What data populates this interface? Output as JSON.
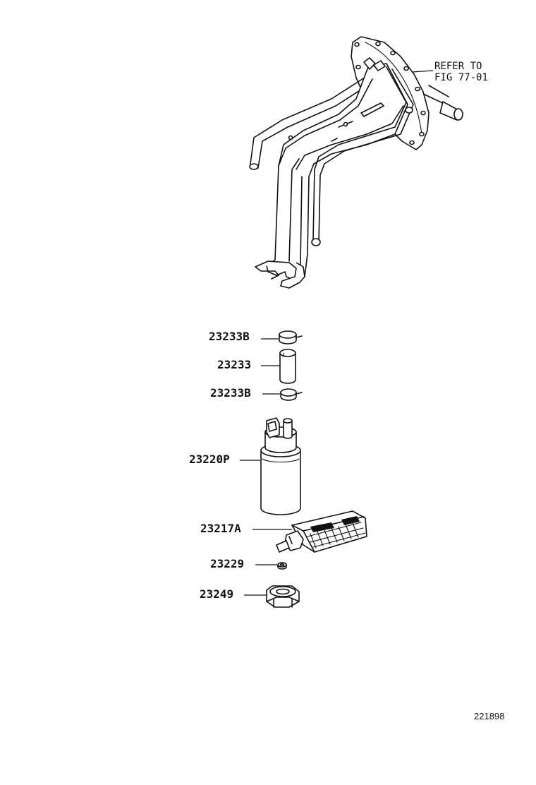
{
  "diagram": {
    "reference_note": {
      "line1": "REFER TO",
      "line2": "FIG 77-01"
    },
    "parts": [
      {
        "id": "clamp-top",
        "label": "23233B"
      },
      {
        "id": "hose",
        "label": "23233"
      },
      {
        "id": "clamp-bottom",
        "label": "23233B"
      },
      {
        "id": "fuel-pump",
        "label": "23220P"
      },
      {
        "id": "pump-filter",
        "label": "23217A"
      },
      {
        "id": "spacer",
        "label": "23229"
      },
      {
        "id": "cushion",
        "label": "23249"
      }
    ],
    "diagram_number": "221898"
  }
}
